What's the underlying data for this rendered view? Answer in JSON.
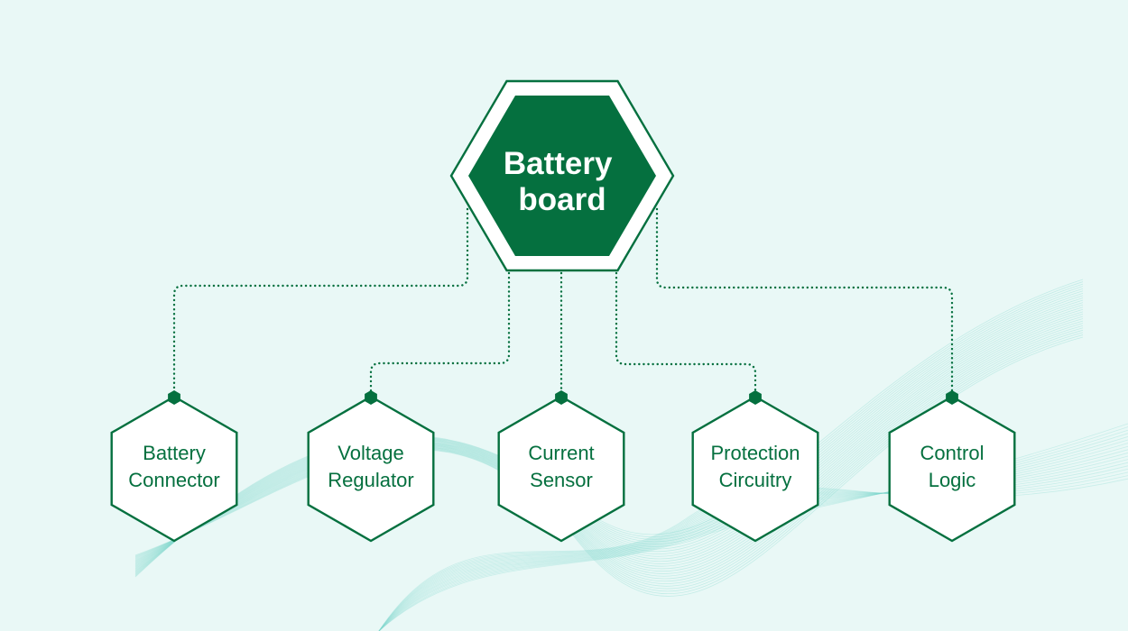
{
  "colors": {
    "background": "#E9F8F6",
    "primary": "#05703F",
    "node_fill": "#FFFFFF",
    "root_text": "#FFFFFF",
    "wave": "#7FD6CC"
  },
  "root": {
    "lines": [
      "Battery",
      "board"
    ]
  },
  "children": [
    {
      "id": "battery-connector",
      "lines": [
        "Battery",
        "Connector"
      ]
    },
    {
      "id": "voltage-regulator",
      "lines": [
        "Voltage",
        "Regulator"
      ]
    },
    {
      "id": "current-sensor",
      "lines": [
        "Current",
        "Sensor"
      ]
    },
    {
      "id": "protection-circuitry",
      "lines": [
        "Protection",
        "Circuitry"
      ]
    },
    {
      "id": "control-logic",
      "lines": [
        "Control",
        "Logic"
      ]
    }
  ]
}
